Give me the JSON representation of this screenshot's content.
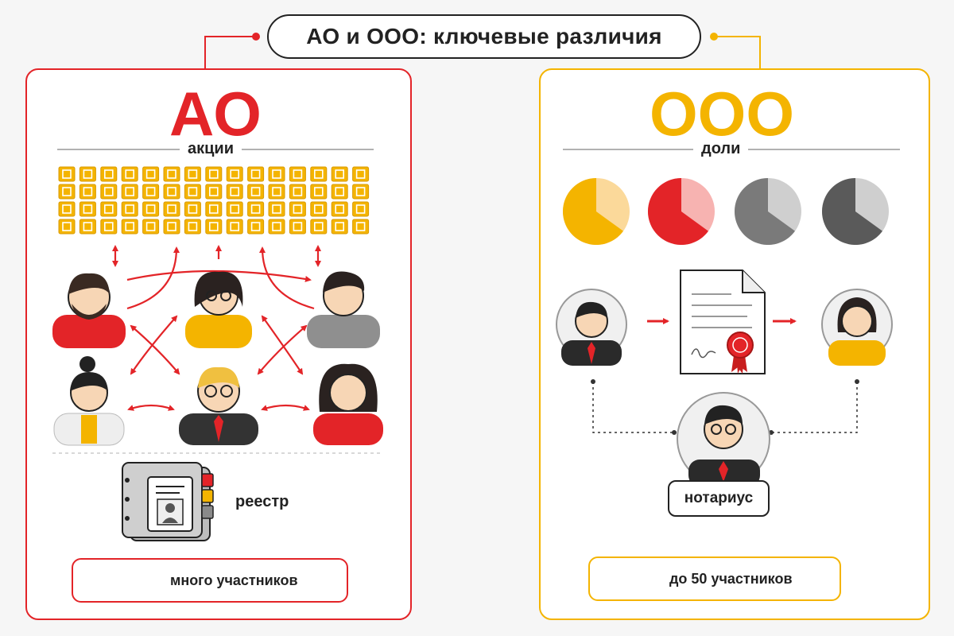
{
  "title": "АО и ООО: ключевые различия",
  "ao": {
    "label": "АО",
    "sublabel": "акции",
    "registry_label": "реестр",
    "footer_text": "много участников",
    "color": "#e32428"
  },
  "ooo": {
    "label": "ООО",
    "sublabel": "доли",
    "notary_label": "нотариус",
    "footer_text": "до 50 участников",
    "color": "#f4b400"
  },
  "colors": {
    "red": "#e32428",
    "yellow": "#f4b400",
    "gray": "#8a8a8a",
    "dark": "#222222"
  },
  "icons": [
    "share-icon",
    "person-icon",
    "registry-binder-icon",
    "pie-share-icon",
    "document-seal-icon",
    "group-icon"
  ]
}
